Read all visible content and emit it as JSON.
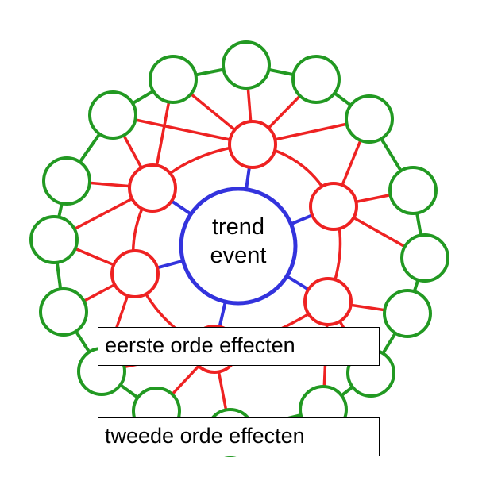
{
  "center": {
    "line1": "trend",
    "line2": "event"
  },
  "legend": {
    "first_order": "eerste orde effecten",
    "second_order": "tweede orde effecten"
  },
  "colors": {
    "center": "#3333dd",
    "first_order": "#ee2222",
    "second_order": "#229922",
    "text": "#000000"
  }
}
